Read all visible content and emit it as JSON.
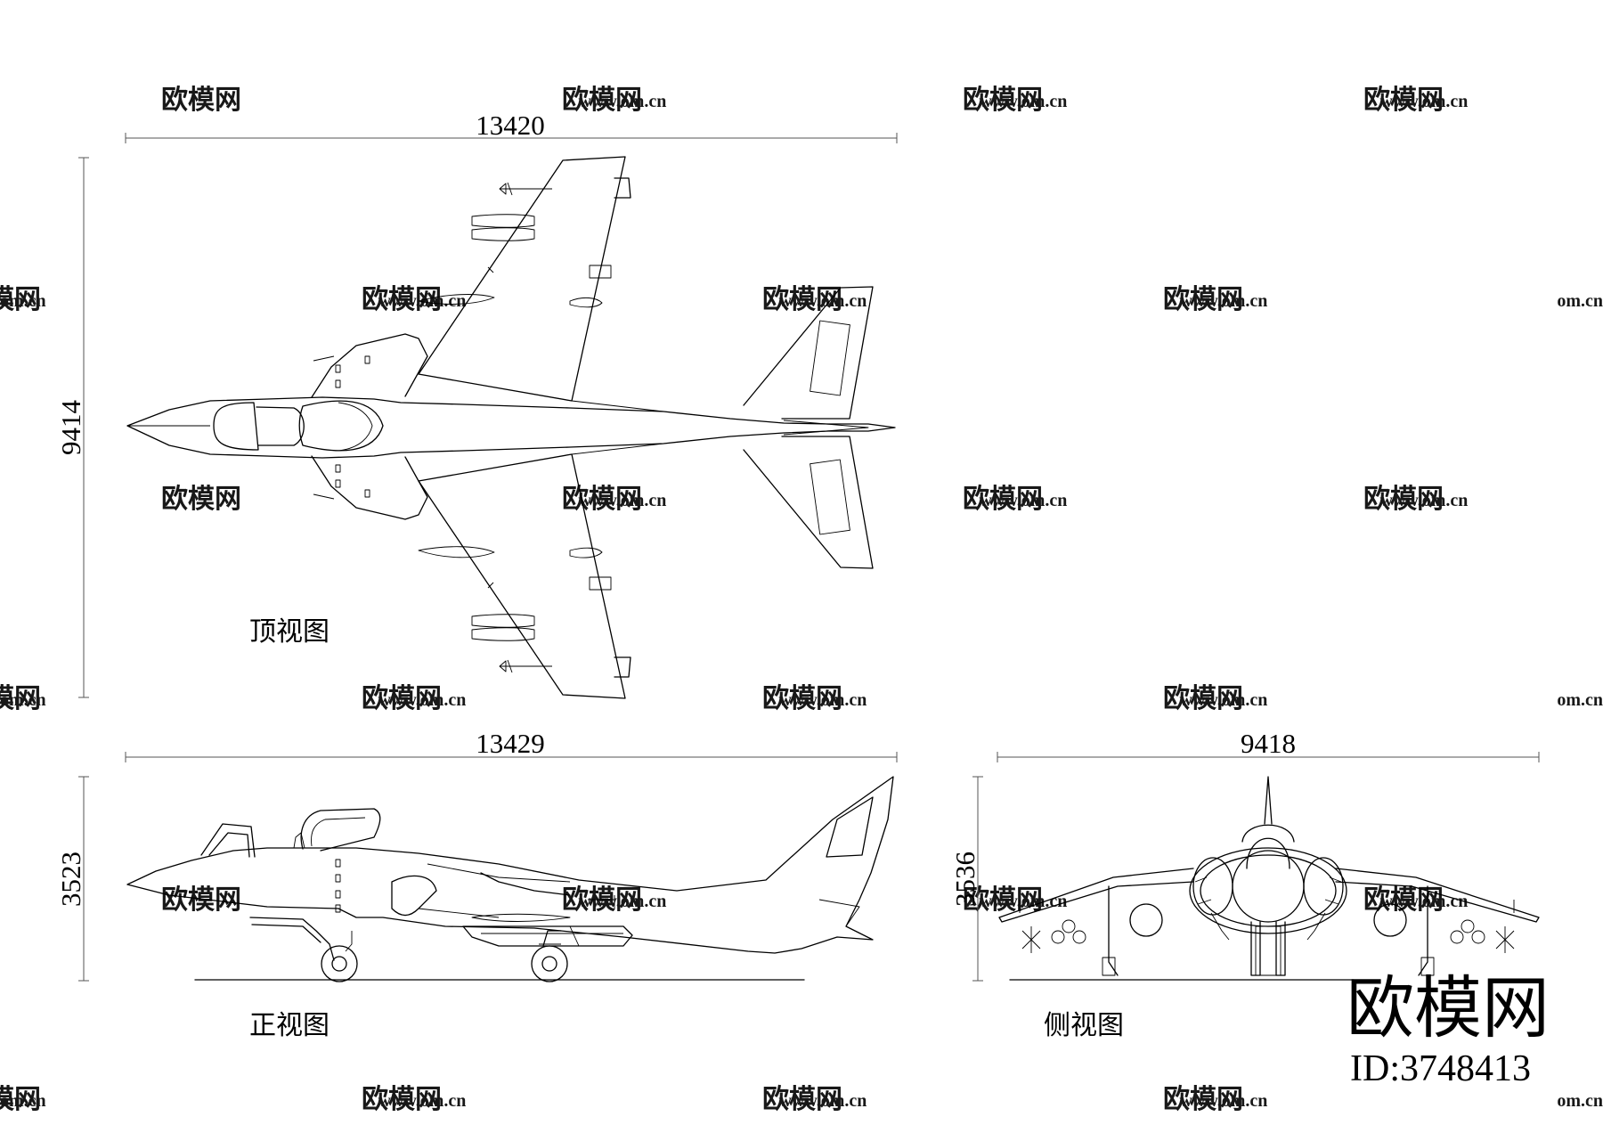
{
  "dimensions": {
    "top_width": "13420",
    "top_height": "9414",
    "side_width": "13429",
    "side_height": "3523",
    "front_width": "9418",
    "front_height": "3536"
  },
  "labels": {
    "top_view": "顶视图",
    "side_view": "正视图",
    "front_view": "侧视图"
  },
  "brand": {
    "name": "欧模网",
    "id": "ID:3748413"
  },
  "watermark": {
    "logo": "欧模网",
    "url": "www.om.cn",
    "url_partial": "om.cn"
  }
}
